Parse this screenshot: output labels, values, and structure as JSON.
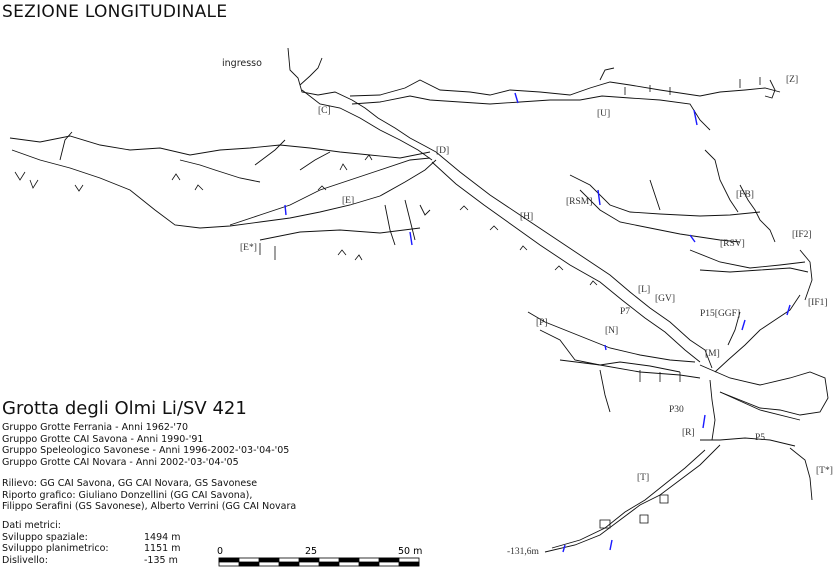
{
  "header": {
    "title": "SEZIONE LONGITUDINALE"
  },
  "map": {
    "entrance_label": "ingresso",
    "labels": [
      "[C]",
      "[D]",
      "[U]",
      "[Z]",
      "[E]",
      "[E*]",
      "[H]",
      "[RSM]",
      "[FB]",
      "[IF2]",
      "[RSV]",
      "[L]",
      "[GV]",
      "P7",
      "P15[GGF]",
      "[IF1]",
      "[P]",
      "[N]",
      "[M]",
      "P30",
      "[R]",
      "P5",
      "[T*]",
      "[T]"
    ],
    "depth_label": "-131,6m",
    "line_color": "#111111",
    "water_color": "#1a1aff"
  },
  "legend": {
    "cave_name": "Grotta degli Olmi Li/SV 421",
    "groups": [
      "Gruppo Grotte Ferrania  - Anni 1962-'70",
      "Gruppo Grotte CAI Savona - Anni 1990-'91",
      "Gruppo Speleologico Savonese - Anni 1996-2002-'03-'04-'05",
      "Gruppo Grotte CAI Novara - Anni 2002-'03-'04-'05"
    ],
    "credits": [
      "Rilievo: GG CAI Savona, GG CAI Novara, GS Savonese",
      "Riporto grafico: Giuliano Donzellini (GG CAI Savona),",
      "Filippo Serafini (GS Savonese), Alberto Verrini (GG CAI Novara"
    ],
    "metrics_title": "Dati metrici:",
    "metrics": [
      {
        "label": "Sviluppo spaziale:",
        "value": "1494 m"
      },
      {
        "label": "Sviluppo planimetrico:",
        "value": "1151 m"
      },
      {
        "label": "Dislivello:",
        "value": "-135 m"
      }
    ],
    "scale": {
      "ticks": [
        "0",
        "25",
        "50 m"
      ]
    }
  }
}
